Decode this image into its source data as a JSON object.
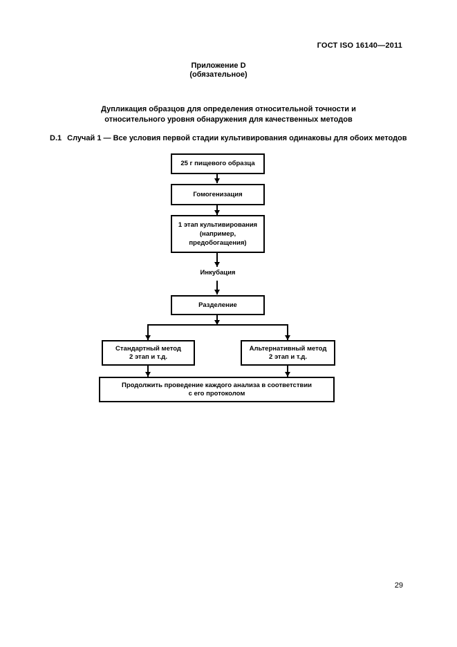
{
  "header": {
    "standard_code": "ГОСТ ISO 16140—2011"
  },
  "appendix": {
    "label": "Приложение D",
    "qualifier": "(обязательное)"
  },
  "title": "Дупликация образцов для определения относительной точности и\nотносительного уровня обнаружения для качественных методов",
  "section": {
    "number": "D.1",
    "text": "Случай 1 — Все условия первой стадии культивирования одинаковы для обоих методов"
  },
  "flowchart": {
    "sample": "25 г пищевого образца",
    "homogenization": "Гомогенизация",
    "stage1": "1 этап культивирования\n(например,\nпредобогащения)",
    "incubation": "Инкубация",
    "separation": "Разделение",
    "standard_method": "Стандартный метод\n2 этап и т.д.",
    "alternative_method": "Альтернативный метод\n2 этап и т.д.",
    "continue": "Продолжить проведение каждого анализа в соответствии\nс его протоколом"
  },
  "footer": {
    "page_number": "29"
  },
  "colors": {
    "ink": "#000000",
    "paper": "#ffffff"
  }
}
